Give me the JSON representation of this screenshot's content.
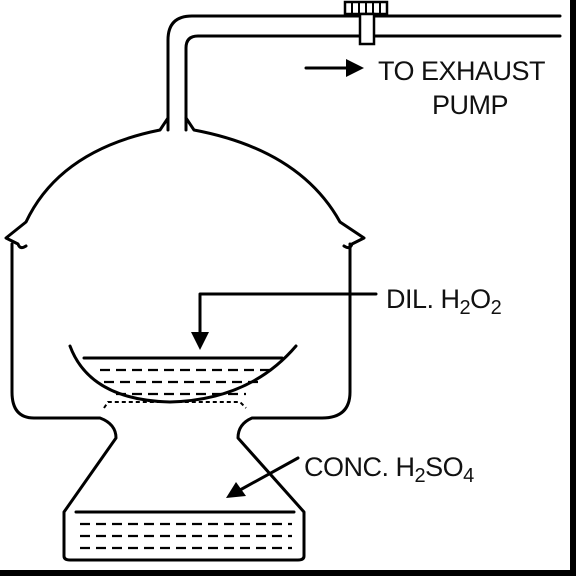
{
  "labels": {
    "exhaust_line1": "TO EXHAUST",
    "exhaust_line2": "PUMP",
    "dil_prefix": "DIL. H",
    "dil_sub1": "2",
    "dil_mid": "O",
    "dil_sub2": "2",
    "conc_prefix": "CONC. H",
    "conc_sub1": "2",
    "conc_mid": "SO",
    "conc_sub2": "4"
  }
}
